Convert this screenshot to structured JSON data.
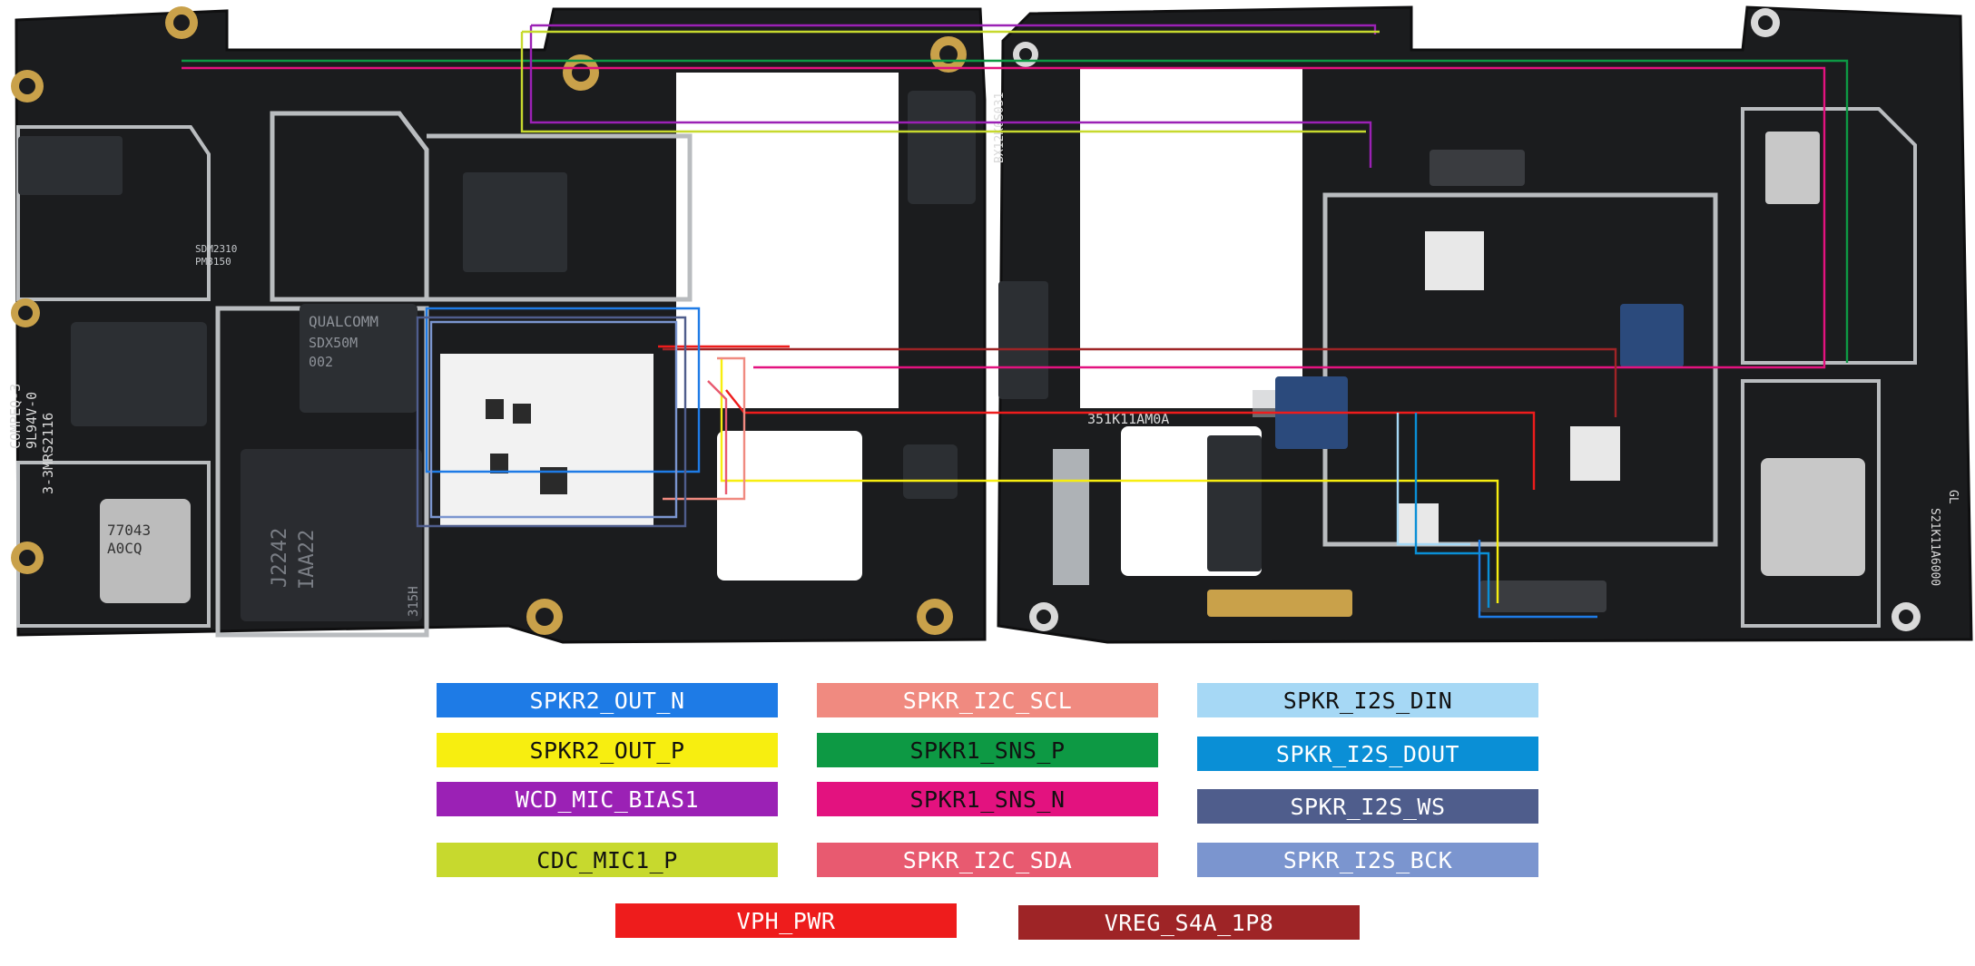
{
  "board": {
    "left_labels": [
      "COMPEQ-3",
      "9L94V-0",
      "3-3MRS2116",
      "QUALCOMM",
      "SDX50M",
      "002",
      "J2242",
      "IAA22",
      "315H",
      "77043",
      "A0CQ",
      "SDM2310",
      "PM8150"
    ],
    "right_labels": [
      "351K11AM0A",
      "BX12K0S031",
      "S21K11A6000",
      "GL"
    ]
  },
  "legend": {
    "items": [
      {
        "id": "spkr2-out-n",
        "label": "SPKR2_OUT_N",
        "color": "#1E7BE6",
        "text": "light"
      },
      {
        "id": "spkr-i2c-scl",
        "label": "SPKR_I2C_SCL",
        "color": "#F08A80",
        "text": "light"
      },
      {
        "id": "spkr-i2s-din",
        "label": "SPKR_I2S_DIN",
        "color": "#A6D8F5",
        "text": "dark"
      },
      {
        "id": "spkr2-out-p",
        "label": "SPKR2_OUT_P",
        "color": "#F7EE10",
        "text": "dark"
      },
      {
        "id": "spkr1-sns-p",
        "label": "SPKR1_SNS_P",
        "color": "#0D9944",
        "text": "dark"
      },
      {
        "id": "spkr-i2s-dout",
        "label": "SPKR_I2S_DOUT",
        "color": "#0A8FD6",
        "text": "light"
      },
      {
        "id": "wcd-mic-bias1",
        "label": "WCD_MIC_BIAS1",
        "color": "#9B21B5",
        "text": "light"
      },
      {
        "id": "spkr1-sns-n",
        "label": "SPKR1_SNS_N",
        "color": "#E3127F",
        "text": "dark"
      },
      {
        "id": "spkr-i2s-ws",
        "label": "SPKR_I2S_WS",
        "color": "#4F5D8C",
        "text": "light"
      },
      {
        "id": "cdc-mic1-p",
        "label": "CDC_MIC1_P",
        "color": "#C7D92E",
        "text": "dark"
      },
      {
        "id": "spkr-i2c-sda",
        "label": "SPKR_I2C_SDA",
        "color": "#E85A70",
        "text": "light"
      },
      {
        "id": "spkr-i2s-bck",
        "label": "SPKR_I2S_BCK",
        "color": "#7B95CF",
        "text": "light"
      },
      {
        "id": "vph-pwr",
        "label": "VPH_PWR",
        "color": "#EE1C1C",
        "text": "light"
      },
      {
        "id": "vreg-s4a-1p8",
        "label": "VREG_S4A_1P8",
        "color": "#9E2426",
        "text": "light"
      }
    ]
  }
}
